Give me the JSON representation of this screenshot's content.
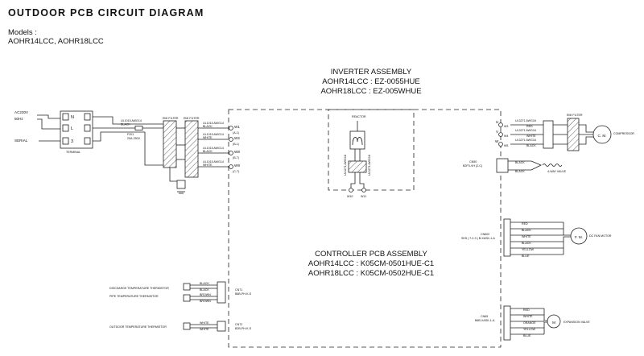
{
  "header": {
    "title": "OUTDOOR PCB CIRCUIT DIAGRAM",
    "models_heading": "Models :",
    "models_value": "AOHR14LCC, AOHR18LCC"
  },
  "power": {
    "supply": "AC230V",
    "freq": "50Hz",
    "serial": "SERIAL",
    "terminal_n": "N",
    "terminal_l": "L",
    "terminal_3": "3",
    "terminal_label": "TERMINAL",
    "wire_spec": "UL1015 AWG14",
    "wire_color": "BLACK",
    "fuse_name": "F201",
    "fuse_rating": "20A-250V"
  },
  "emi": {
    "filter_1": "EMI FILTER",
    "filter_2": "EMI FILTER",
    "filter_right": "EMI FILTER"
  },
  "inverter": {
    "title": "INVERTER ASSEMBLY",
    "model_14": "AOHR14LCC : EZ-0055HUE",
    "model_18": "AOHR18LCC : EZ-005WHUE"
  },
  "reactor": {
    "label": "REACTOR",
    "wire_a": "UL3271 AWG18",
    "wire_b": "UL3271 AWG18",
    "term_a": "W10",
    "term_b": "W11"
  },
  "inputs": {
    "w1": "W1",
    "w1_code": "(A-1)",
    "w2": "W2",
    "w2_code": "(B-1)",
    "w8": "W8",
    "w8_code": "(B-7)",
    "w9": "W9",
    "w9_code": "(C-7)",
    "wire_spec": "UL1015 AWG14",
    "color_black": "BLACK",
    "color_white": "WHITE"
  },
  "compressor": {
    "label": "COMPRESSOR",
    "cm": "C. M.",
    "wire_spec": "UL3271 AWG16",
    "t_u": "U",
    "t_u_code": "W3",
    "t_v": "V",
    "t_v_code": "W4",
    "t_w": "W",
    "t_w_code": "W5",
    "c_red": "RED",
    "c_white": "WHITE",
    "c_black": "BLACK"
  },
  "valve4": {
    "conn": "CN50",
    "part": "B2P3-VH (2-C)",
    "label": "4-WAY VALVE",
    "c_black": "BLACK"
  },
  "fan": {
    "conn": "CN602",
    "part": "SH5 ( 7-2-3 ) B-XASK-1-A",
    "label": "DC FAN MOTOR",
    "fm": "F. M.",
    "c_red": "RED",
    "c_black": "BLACK",
    "c_white": "WHITE",
    "c_yellow": "YELLOW",
    "c_blue": "BLUE"
  },
  "controller": {
    "title": "CONTROLLER PCB ASSEMBLY",
    "model_14": "AOHR14LCC : K05CM-0501HUE-C1",
    "model_18": "AOHR18LCC : K05CM-0502HUE-C1"
  },
  "thermistors": {
    "discharge": "DISCHARGE TEMPERATURE THERMISTOR",
    "pipe": "PIPE TEMPERATURE THERMISTOR",
    "outdoor": "OUTDOOR TEMPERATURE THERMISTOR",
    "cn71": "CN71",
    "cn71_part": "B6B-PH-K-S",
    "cn72": "CN72",
    "cn72_part": "B2B-PH-K-S",
    "c_black": "BLACK",
    "c_white": "WHITE",
    "c_brown": "BROWN"
  },
  "expansion": {
    "conn": "CN65",
    "part": "B6B-XASK-1-A",
    "label": "EXPANSION VALVE",
    "m": "M",
    "c_red": "RED",
    "c_white": "WHITE",
    "c_orange": "ORANGE",
    "c_yellow": "YELLOW",
    "c_blue": "BLUE"
  }
}
